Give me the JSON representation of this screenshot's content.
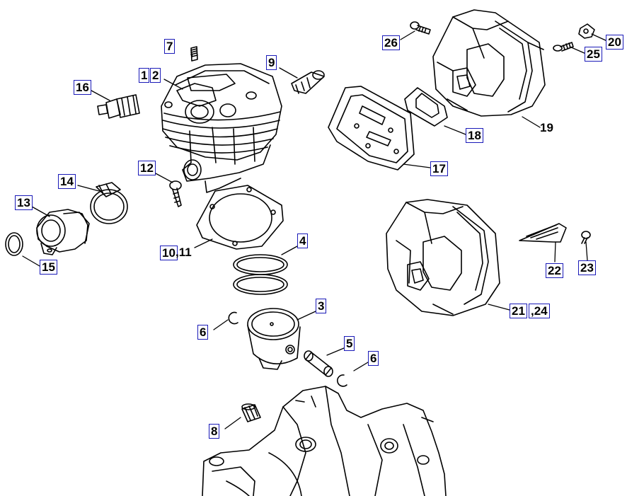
{
  "callouts": {
    "n1": "1",
    "n2": "2",
    "n3": "3",
    "n4": "4",
    "n5": "5",
    "n6a": "6",
    "n6b": "6",
    "n7": "7",
    "n8": "8",
    "n9": "9",
    "n10": "10",
    "n11": ",11",
    "n12": "12",
    "n13": "13",
    "n14": "14",
    "n15": "15",
    "n16": "16",
    "n17": "17",
    "n18": "18",
    "n19": "19",
    "n20": "20",
    "n21": "21",
    "n24": ",24",
    "n22": "22",
    "n23": "23",
    "n25": "25",
    "n26": "26"
  },
  "colors": {
    "callout_border": "#1a1ab8",
    "line_art": "#000000",
    "background": "#ffffff"
  }
}
